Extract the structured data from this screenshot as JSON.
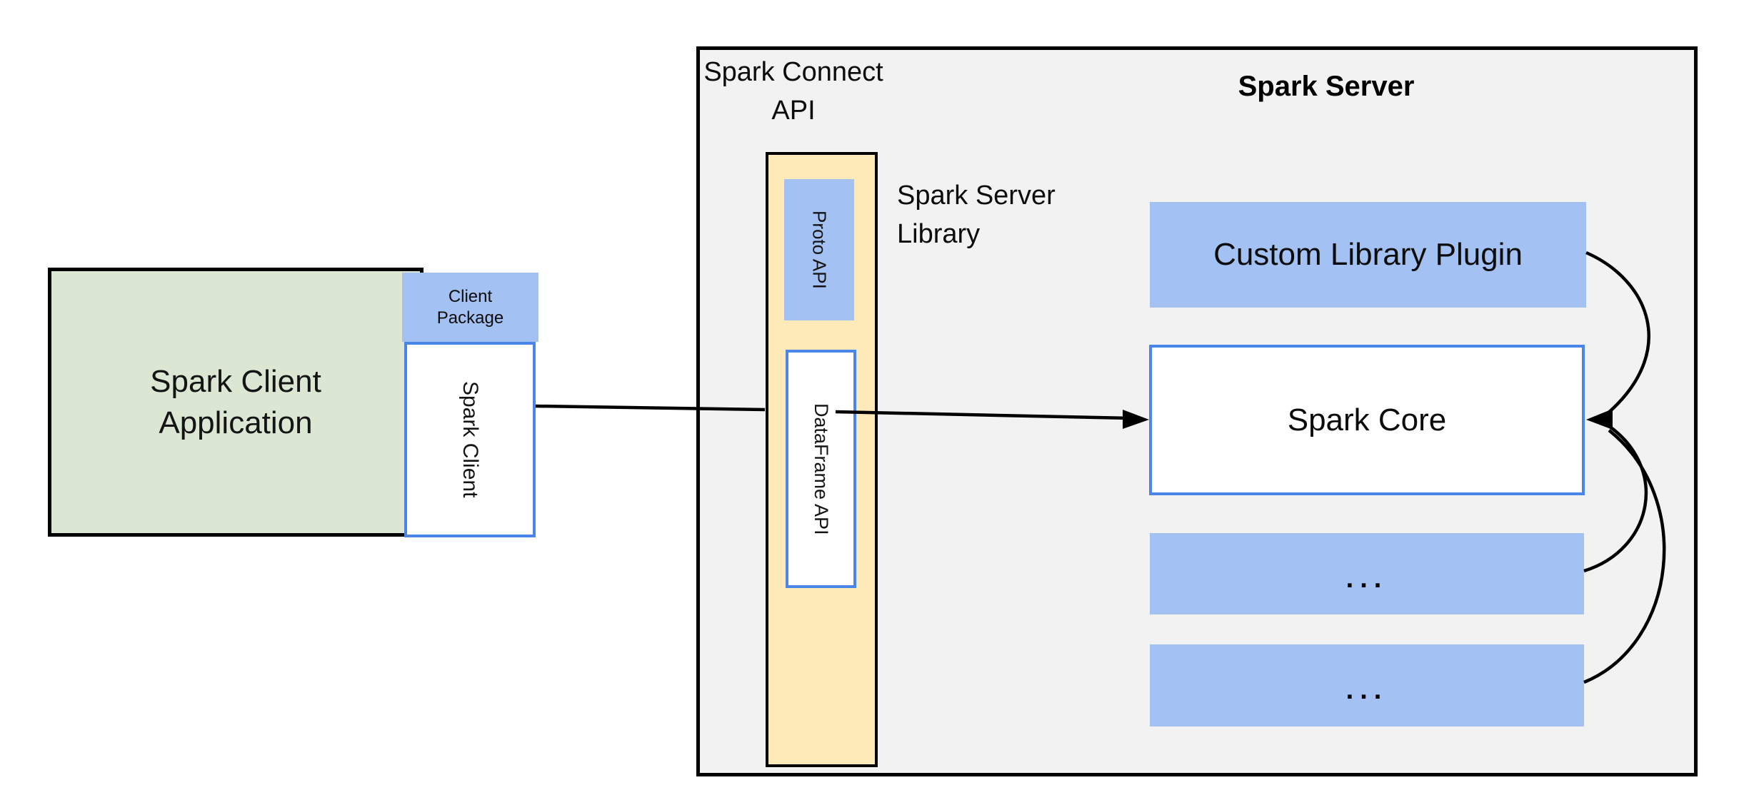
{
  "client": {
    "app_line1": "Spark Client",
    "app_line2": "Application",
    "package_line1": "Client",
    "package_line2": "Package",
    "client_label": "Spark Client"
  },
  "connect": {
    "title_line1": "Spark Connect",
    "title_line2": "API",
    "proto_label": "Proto API",
    "dataframe_label": "DataFrame API",
    "library_line1": "Spark Server",
    "library_line2": "Library"
  },
  "server": {
    "title": "Spark Server",
    "plugin_label": "Custom Library Plugin",
    "core_label": "Spark Core",
    "ellipsis1": "...",
    "ellipsis2": "..."
  },
  "colors": {
    "green_fill": "#dbe7d3",
    "blue_fill": "#a3c1f2",
    "blue_border": "#4a86e8",
    "yellow_fill": "#fdeab8",
    "gray_fill": "#f2f2f2",
    "stroke": "#000000"
  }
}
